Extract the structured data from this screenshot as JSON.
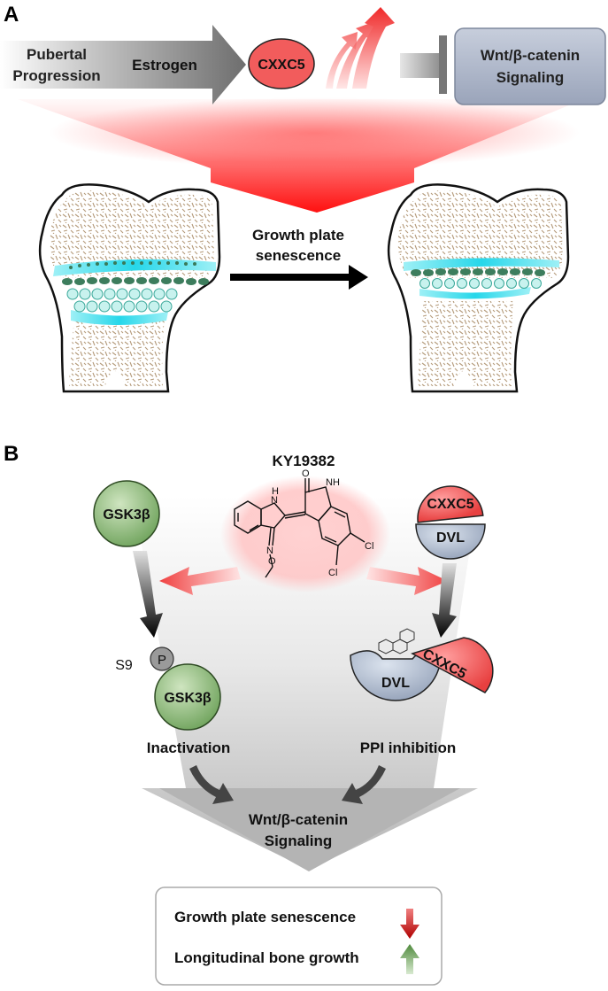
{
  "panel_a": {
    "label": "A",
    "pubertal_line1": "Pubertal",
    "pubertal_line2": "Progression",
    "estrogen": "Estrogen",
    "cxxc5": "CXXC5",
    "wnt_line1": "Wnt/β-catenin",
    "wnt_line2": "Signaling",
    "growth_line1": "Growth plate",
    "growth_line2": "senescence"
  },
  "panel_b": {
    "label": "B",
    "compound": "KY19382",
    "gsk_top": "GSK3β",
    "gsk_bottom": "GSK3β",
    "phospho": "P",
    "site": "S9",
    "inactivation": "Inactivation",
    "cxxc5_top": "CXXC5",
    "dvl_top": "DVL",
    "cxxc5_bottom": "CXXC5",
    "dvl_bottom": "DVL",
    "ppi": "PPI inhibition",
    "wnt_line1": "Wnt/β-catenin",
    "wnt_line2": "Signaling",
    "mol_nh1": "H",
    "mol_n1": "N",
    "mol_o1": "O",
    "mol_nh2": "NH",
    "mol_n2": "N",
    "mol_o2": "O",
    "mol_cl1": "Cl",
    "mol_cl2": "Cl",
    "outcome_1": "Growth plate senescence",
    "outcome_2": "Longitudinal bone growth"
  },
  "colors": {
    "cxxc5_red": "#f05a5a",
    "gsk_green": "#8fbf7a",
    "dvl_blue": "#b5c2d6",
    "wnt_box": "#a9b2c6",
    "growth_cyan": "#3ed8e8",
    "chondro_green": "#3a7a5a"
  }
}
